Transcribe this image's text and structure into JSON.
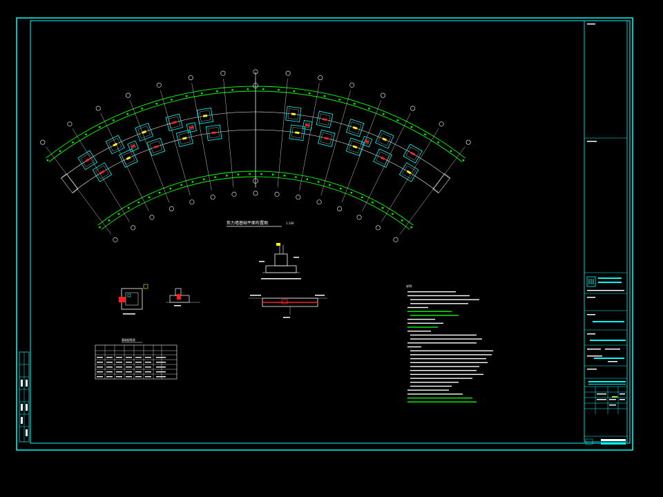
{
  "drawing": {
    "plan_title": "剪力墙基础平面布置图",
    "plan_scale": "1:100",
    "table_title": "基础配筋表",
    "notes_heading": "说明:"
  },
  "colors": {
    "background": "#000000",
    "frame": "#00ffff",
    "grid_line": "#ffffff",
    "beam_line": "#00ff00",
    "footing": "#00ffff",
    "column": "#ff2020",
    "notes_highlight": "#00ff00",
    "accent_yellow": "#ffff00"
  },
  "icons": [
    "north-arrow-icon",
    "company-logo-icon"
  ]
}
